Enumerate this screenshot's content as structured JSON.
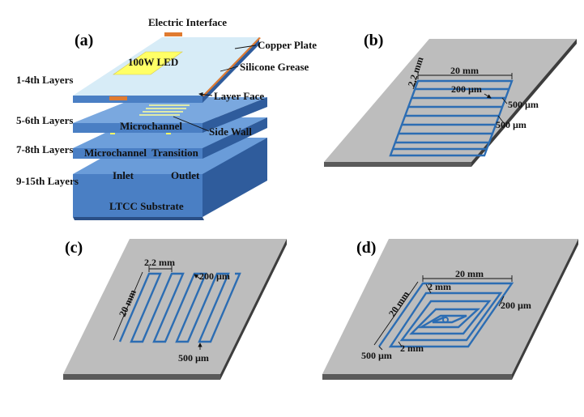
{
  "panels": {
    "a": "(a)",
    "b": "(b)",
    "c": "(c)",
    "d": "(d)"
  },
  "a": {
    "electric_interface": "Electric Interface",
    "copper_plate": "Copper Plate",
    "silicone_grease": "Silicone Grease",
    "led": "100W LED",
    "layers_1_4": "1-4th Layers",
    "layer_face": "Layer Face",
    "layers_5_6": "5-6th Layers",
    "microchannel": "Microchannel",
    "side_wall": "Side Wall",
    "layers_7_8": "7-8th Layers",
    "microchannel_transition": "Microchannel  Transition",
    "layers_9_15": "9-15th Layers",
    "inlet": "Inlet",
    "outlet": "Outlet",
    "substrate": "LTCC Substrate"
  },
  "b": {
    "width_20": "20 mm",
    "pitch_22": "2.2 mm",
    "gap_200": "200 µm",
    "w_500a": "500 µm",
    "w_500b": "500 µm"
  },
  "c": {
    "pitch_22": "2.2 mm",
    "gap_200": "200 µm",
    "len_20": "20 mm",
    "w_500": "500 µm"
  },
  "d": {
    "width_20": "20 mm",
    "pitch_2a": "2 mm",
    "len_20": "20 mm",
    "gap_200": "200 µm",
    "w_500": "500 µm",
    "pitch_2b": "2 mm"
  },
  "colors": {
    "channel": "#2c6db3",
    "plate_top": "#bfbfbf",
    "substrate_top": "#5b8fd0",
    "led": "#ffff66",
    "copper": "#e07b30",
    "top_layer": "#d7ecf7"
  }
}
